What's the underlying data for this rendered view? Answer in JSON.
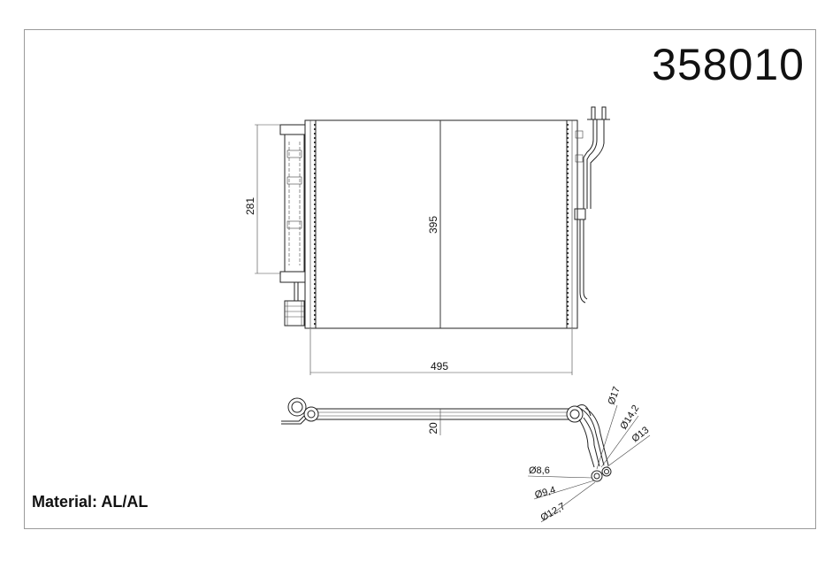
{
  "part_number": "358010",
  "material_label": "Material: AL/AL",
  "dimensions": {
    "dryer_height": "281",
    "core_height": "395",
    "core_width": "495",
    "core_depth": "20"
  },
  "pipe_diameters": {
    "d1": "Ø17",
    "d2": "Ø14,2",
    "d3": "Ø13",
    "d4": "Ø8,6",
    "d5": "Ø9,4",
    "d6": "Ø12,7"
  }
}
